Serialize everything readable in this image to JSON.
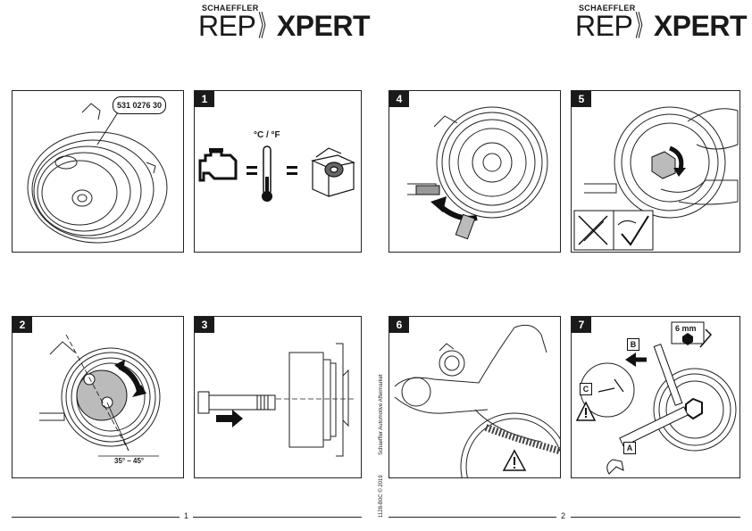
{
  "logos": [
    {
      "brand": "SCHAEFFLER",
      "rep": "REP",
      "chev": "》",
      "xpert": "XPERT"
    },
    {
      "brand": "SCHAEFFLER",
      "rep": "REP",
      "chev": "》",
      "xpert": "XPERT"
    }
  ],
  "panels": {
    "intro": {
      "part_number": "531 0276 30"
    },
    "step1": {
      "number": "1",
      "temp_unit": "°C / °F"
    },
    "step2": {
      "number": "2",
      "angle": "35° – 45°"
    },
    "step3": {
      "number": "3"
    },
    "step4": {
      "number": "4"
    },
    "step5": {
      "number": "5"
    },
    "step6": {
      "number": "6"
    },
    "step7": {
      "number": "7",
      "tool_size": "6 mm",
      "label_a": "A",
      "label_b": "B",
      "label_c": "C"
    }
  },
  "sidebar": {
    "publisher": "Schaeffler Automotive Aftermarket",
    "code": "1128-B0C © 2019"
  },
  "pages": [
    "1",
    "2"
  ]
}
